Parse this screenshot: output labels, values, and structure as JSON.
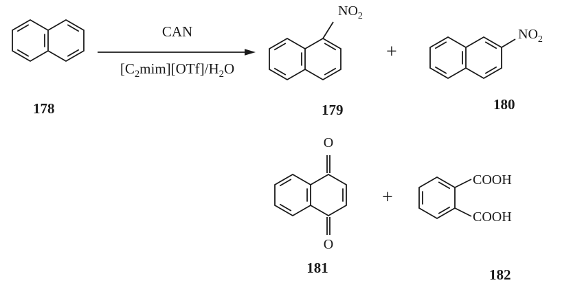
{
  "colors": {
    "ink": "#1a1a1a",
    "background": "#ffffff"
  },
  "scheme": {
    "reactant": {
      "number": "178"
    },
    "conditions": {
      "above": "CAN",
      "below_parts": {
        "p1": "[C",
        "s1": "2",
        "p2": "mim][OTf]/H",
        "s2": "2",
        "p3": "O"
      }
    },
    "plus_top": "+",
    "plus_bottom": "+",
    "product_179": {
      "number": "179",
      "substituent_main": "NO",
      "substituent_sub": "2"
    },
    "product_180": {
      "number": "180",
      "substituent_main": "NO",
      "substituent_sub": "2"
    },
    "product_181": {
      "number": "181",
      "oxygen_top": "O",
      "oxygen_bottom": "O"
    },
    "product_182": {
      "number": "182",
      "group_top": "COOH",
      "group_bottom": "COOH"
    }
  }
}
